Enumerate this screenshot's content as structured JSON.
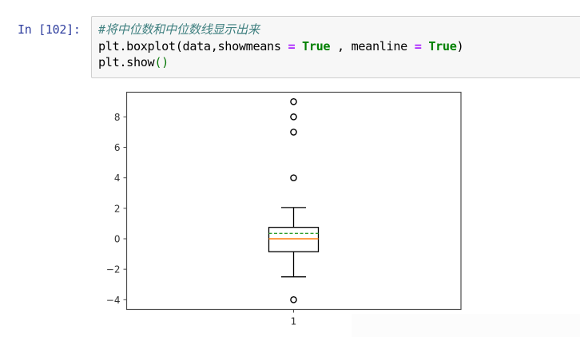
{
  "cell": {
    "prompt": "In [102]:",
    "code_lines": [
      {
        "comment": "#将中位数和中位数线显示出来"
      },
      {
        "fn": "plt.boxplot(data,showmeans ",
        "op1": "=",
        "kw1": " True",
        "mid": " , meanline ",
        "op2": "=",
        "kw2": " True",
        "end": ")"
      },
      {
        "fn": "plt.show",
        "paren": "()"
      }
    ]
  },
  "chart_data": {
    "type": "box",
    "title": "",
    "xlabel": "",
    "ylabel": "",
    "categories": [
      "1"
    ],
    "x_ticks": [
      "1"
    ],
    "y_ticks": [
      "8",
      "6",
      "4",
      "2",
      "0",
      "−2",
      "−4"
    ],
    "ylim": [
      -4.6,
      9.6
    ],
    "grid": false,
    "legend": null,
    "boxes": [
      {
        "label": "1",
        "whisker_high": 2.05,
        "q3": 0.75,
        "median": 0.0,
        "mean": 0.35,
        "q1": -0.85,
        "whisker_low": -2.5,
        "outliers": [
          9,
          8,
          7,
          4,
          -4
        ]
      }
    ],
    "showmeans": true,
    "meanline": true,
    "colors": {
      "box": "#000000",
      "median": "#ff7f0e",
      "mean": "#2ca02c",
      "axes": "#4d4d4d",
      "tick_labels": "#333333"
    }
  }
}
